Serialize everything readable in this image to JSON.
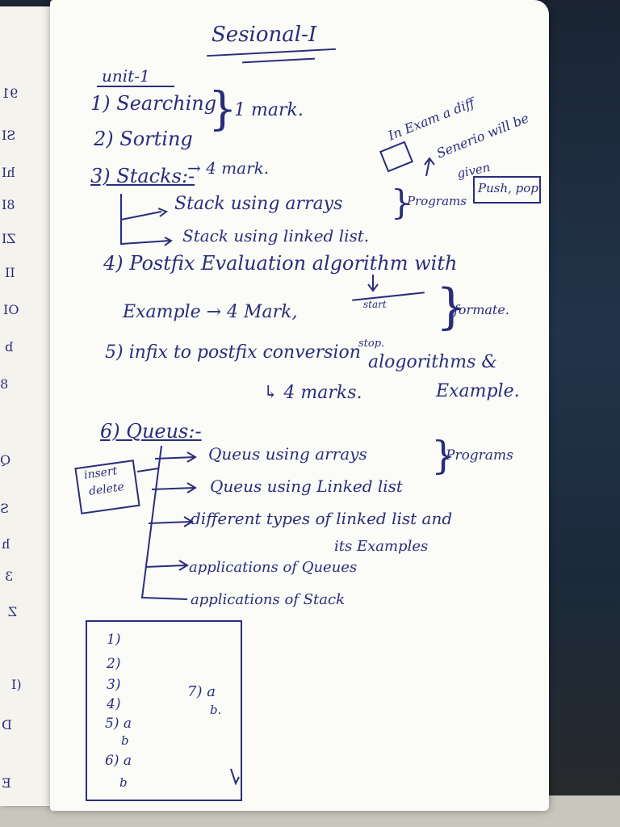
{
  "left_page_numbers": [
    "91",
    "SI",
    "hI",
    "8I",
    "ZI",
    "II",
    "OI",
    "b",
    "8",
    "Q",
    "S",
    "h",
    "3",
    "Z",
    "(I",
    "D",
    "E"
  ],
  "title": "Sesional-I",
  "unit": "unit-1",
  "items": {
    "item1": "1) Searching",
    "item2": "2) Sorting",
    "mark1": "1 mark.",
    "item3": "3) Stacks:-",
    "item3_mark": "→ 4 mark.",
    "stack_arrays": "Stack using arrays",
    "stack_linked": "Stack using linked list.",
    "programs1": "Programs",
    "exam_note_1": "In Exam a diff",
    "exam_note_2": "Senerio will be",
    "exam_note_3": "given",
    "push_pop": "Push, pop",
    "item4": "4) Postfix Evaluation algorithm with",
    "item4b": "Example → 4 Mark,",
    "start": "start",
    "stop": "stop.",
    "formate": "formate.",
    "item5": "5) infix to postfix conversion",
    "algorithms": "alogorithms &",
    "marks4": "↳ 4 marks.",
    "example": "Example.",
    "item6": "6) Queus:-",
    "insert_delete_1": "insert",
    "insert_delete_2": "delete",
    "q_arrays": "Queus using arrays",
    "q_linked": "Queus using Linked list",
    "programs2": "Programs",
    "diff_types": "different types of linked list and",
    "diff_types2": "its Examples",
    "app_queues": "applications of Queues",
    "app_stack": "applications of Stack"
  },
  "boxed_list": {
    "col1": [
      "1)",
      "2)",
      "3)",
      "4)",
      "5) a",
      "b",
      "6) a",
      "b"
    ],
    "col2": [
      "7) a",
      "b."
    ]
  }
}
